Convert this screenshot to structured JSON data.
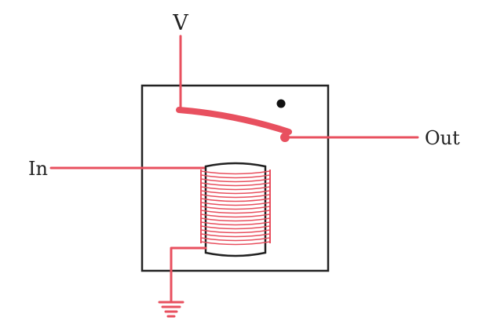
{
  "labels": {
    "supply": "V",
    "input": "In",
    "output": "Out"
  },
  "colors": {
    "wire": "#e8505f",
    "outline": "#222222",
    "background": "#ffffff"
  },
  "icons": {
    "ground": "ground-symbol-icon",
    "contact": "contact-dot-icon"
  }
}
